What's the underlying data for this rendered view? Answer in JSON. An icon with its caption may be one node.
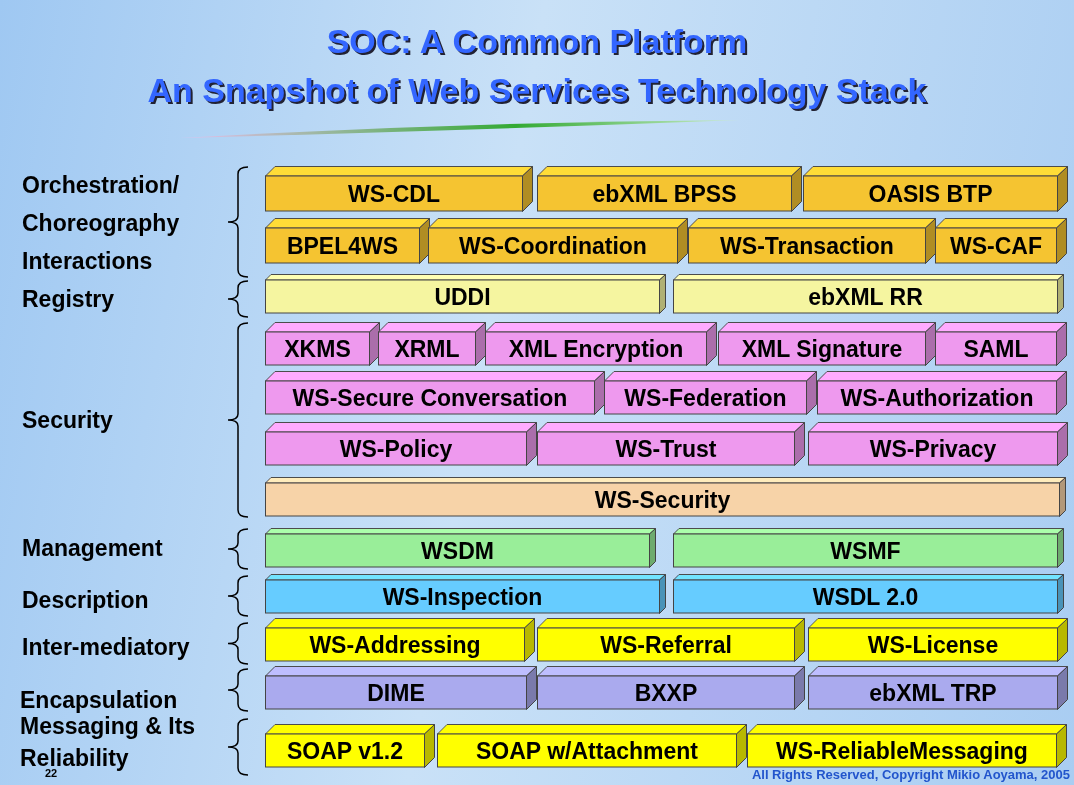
{
  "diagram": {
    "title": "SOC: A Common Platform",
    "nodes": [
      {
        "text": [
          "WS-CDL"
        ]
      },
      {
        "text": [
          "ebXML  BPSS"
        ]
      },
      {
        "text": [
          "OASIS  BTP"
        ]
      },
      {
        "text": [
          "BPEL4WS"
        ]
      },
      {
        "text": [
          "WS-Coordination"
        ]
      },
      {
        "text": [
          "WS-Transaction"
        ]
      },
      {
        "text": [
          "WS-CAF"
        ]
      },
      {
        "text": [
          "UDDI"
        ]
      },
      {
        "text": [
          "ebXML  RR"
        ]
      },
      {
        "text": [
          "XKMS"
        ]
      },
      {
        "text": [
          "XRML"
        ]
      },
      {
        "text": [
          "XML Encryption"
        ]
      },
      {
        "text": [
          "XML Signature"
        ]
      },
      {
        "text": [
          "SAML"
        ]
      },
      {
        "text": [
          "WS-Secure Conversation"
        ]
      },
      {
        "text": [
          "WS-Federation"
        ]
      },
      {
        "text": [
          "WS-Authorization"
        ]
      },
      {
        "text": [
          "WS-Policy"
        ]
      },
      {
        "text": [
          "WS-Trust"
        ]
      },
      {
        "text": [
          "WS-Privacy"
        ]
      },
      {
        "text": [
          "WS-Security"
        ]
      },
      {
        "text": [
          "WSDM"
        ]
      },
      {
        "text": [
          "WSMF"
        ]
      },
      {
        "text": [
          "WS-Inspection"
        ]
      },
      {
        "text": [
          "WSDL 2.0"
        ]
      },
      {
        "text": [
          "WS-Addressing"
        ]
      },
      {
        "text": [
          "WS-Referral"
        ]
      },
      {
        "text": [
          "WS-License"
        ]
      },
      {
        "text": [
          "DIME"
        ]
      },
      {
        "text": [
          "BXXP"
        ]
      },
      {
        "text": [
          "ebXML TRP"
        ]
      },
      {
        "text": [
          "SOAP v1.2"
        ]
      },
      {
        "text": [
          "SOAP w/Attachment"
        ]
      },
      {
        "text": [
          "WS-ReliableMessaging"
        ]
      }
    ],
    "labels": [
      "An Snapshot of Web Services Technology Stack",
      "Orchestration/ Choreography Interactions",
      "Registry",
      "Security",
      "Management",
      "Description",
      "Inter-mediatory",
      "Encapsulation",
      "Messaging & Its Reliability",
      "22",
      "All Rights Reserved, Copyright Mikio Aoyama, 2005"
    ]
  }
}
